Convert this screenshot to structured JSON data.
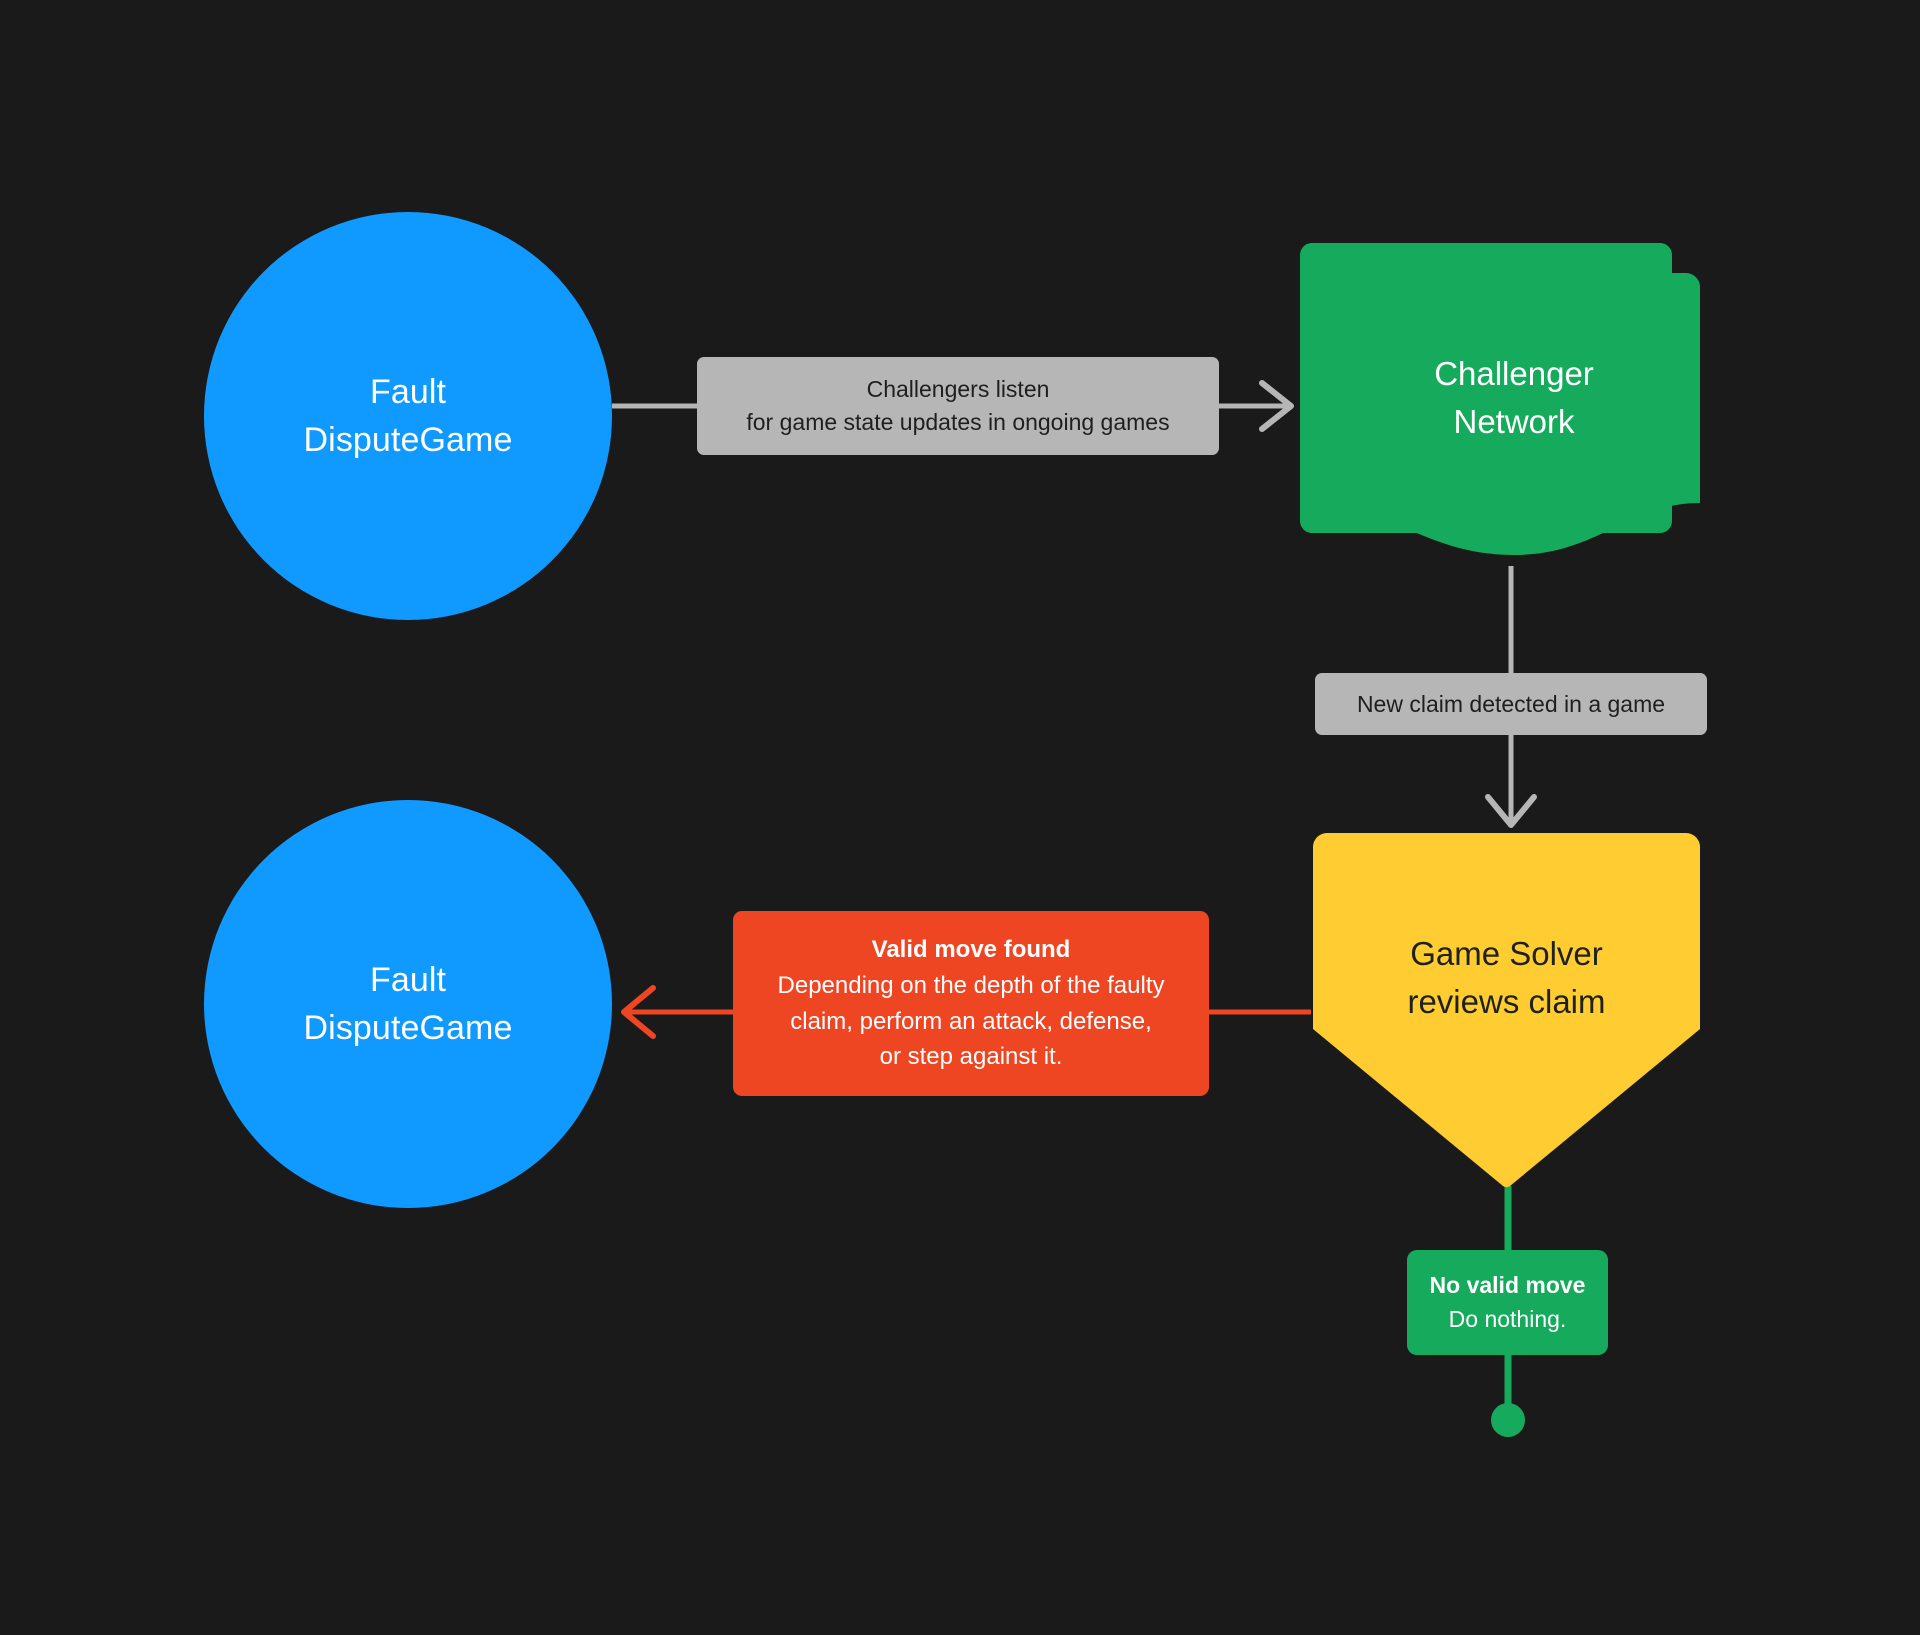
{
  "diagram": {
    "title": "Fault Dispute Game challenger flow",
    "background_color": "#1a1a1a",
    "nodes": [
      {
        "id": "fault-dispute-game-1",
        "shape": "circle",
        "color": "#1099ff",
        "text_color": "#ffffff",
        "lines": [
          "Fault",
          "DisputeGame"
        ]
      },
      {
        "id": "challenger-network",
        "shape": "multi-document",
        "color": "#16ab5c",
        "text_color": "#ffffff",
        "lines": [
          "Challenger",
          "Network"
        ]
      },
      {
        "id": "game-solver",
        "shape": "pentagon",
        "color": "#ffcd32",
        "text_color": "#20211c",
        "lines": [
          "Game Solver",
          "reviews claim"
        ]
      },
      {
        "id": "fault-dispute-game-2",
        "shape": "circle",
        "color": "#1099ff",
        "text_color": "#ffffff",
        "lines": [
          "Fault",
          "DisputeGame"
        ]
      }
    ],
    "edges": [
      {
        "id": "challengers-listen",
        "from": "fault-dispute-game-1",
        "to": "challenger-network",
        "direction": "right",
        "line_color": "#b6b6b6",
        "label_background": "#b6b6b6",
        "label_text_color": "#1f1f1f",
        "label_lines": [
          {
            "text": "Challengers listen",
            "bold": false
          },
          {
            "text": "for game state updates in ongoing games",
            "bold": false
          }
        ]
      },
      {
        "id": "new-claim-detected",
        "from": "challenger-network",
        "to": "game-solver",
        "direction": "down",
        "line_color": "#b6b6b6",
        "label_background": "#b6b6b6",
        "label_text_color": "#1f1f1f",
        "label_lines": [
          {
            "text": "New claim detected in a game",
            "bold": false
          }
        ]
      },
      {
        "id": "valid-move-found",
        "from": "game-solver",
        "to": "fault-dispute-game-2",
        "direction": "left",
        "line_color": "#ee4623",
        "label_background": "#ee4623",
        "label_text_color": "#ffffff",
        "label_lines": [
          {
            "text": "Valid move found",
            "bold": true
          },
          {
            "text": "Depending on the depth of the faulty",
            "bold": false
          },
          {
            "text": "claim, perform an attack, defense,",
            "bold": false
          },
          {
            "text": "or step against it.",
            "bold": false
          }
        ]
      },
      {
        "id": "no-valid-move",
        "from": "game-solver",
        "to": "terminal-stop",
        "direction": "down",
        "line_color": "#16ab5c",
        "label_background": "#16ab5c",
        "label_text_color": "#ffffff",
        "label_lines": [
          {
            "text": "No valid move",
            "bold": true
          },
          {
            "text": "Do nothing.",
            "bold": false
          }
        ]
      }
    ],
    "terminal": {
      "id": "terminal-stop",
      "shape": "filled-circle",
      "color": "#16ab5c"
    }
  }
}
